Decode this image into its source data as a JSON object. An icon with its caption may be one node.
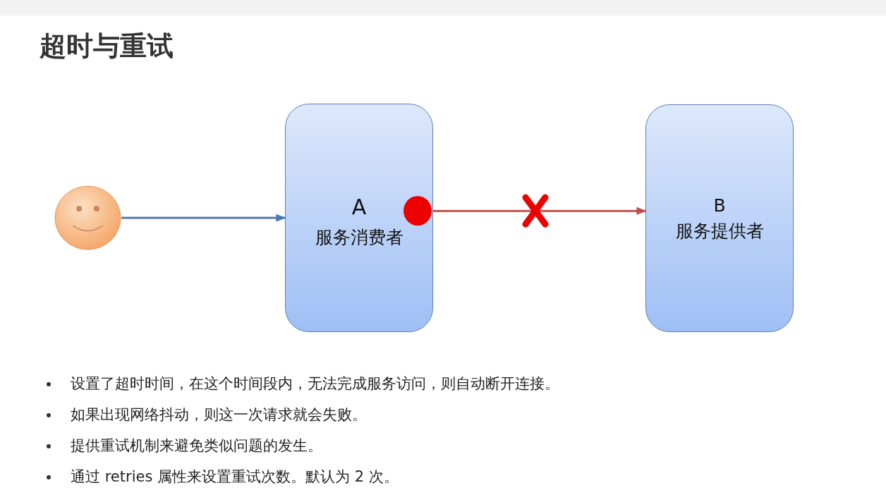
{
  "diagram": {
    "title": "超时与重试",
    "nodes": [
      {
        "text": [],
        "shape": "circle"
      },
      {
        "text": [
          "A",
          "服务消费者"
        ]
      },
      {
        "text": [],
        "shape": "circle",
        "in": 1
      },
      {
        "text": [
          "B",
          "服务提供者"
        ]
      }
    ],
    "edges": [
      {
        "from": 0,
        "to": 1,
        "arrow": "to",
        "color": "#4a7ab5"
      },
      {
        "from": 2,
        "to": 3,
        "arrow": "to",
        "color": "#c0504d"
      }
    ],
    "labels": [
      "设置了超时时间，在这个时间段内，无法完成服务访问，则自动断开连接。",
      "如果出现网络抖动，则这一次请求就会失败。",
      "提供重试机制来避免类似问题的发生。",
      "通过 retries  属性来设置重试次数。默认为 2 次。"
    ]
  }
}
